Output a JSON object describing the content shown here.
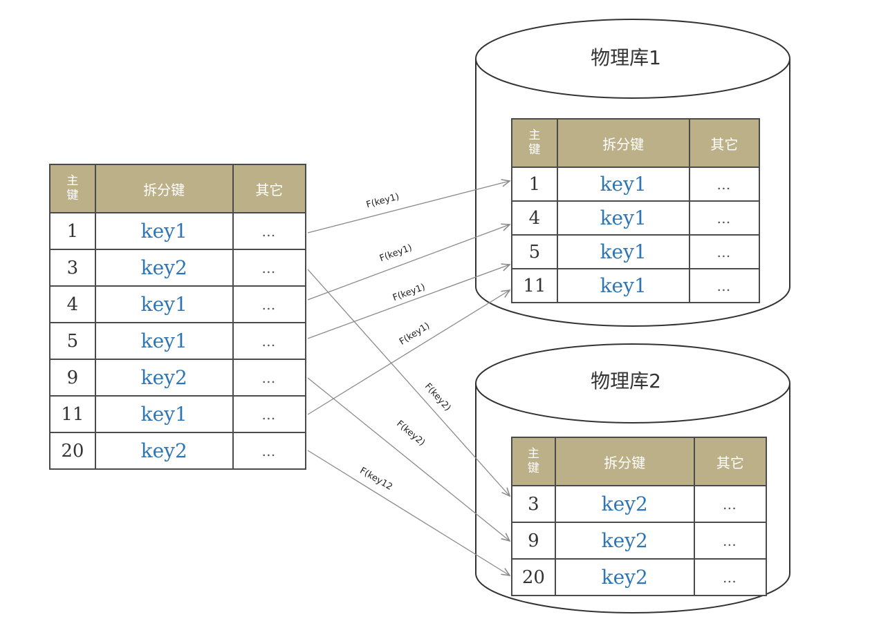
{
  "header": {
    "pk": "主键",
    "split_key": "拆分键",
    "other": "其它"
  },
  "source_table": {
    "rows": [
      {
        "id": "1",
        "key": "key1",
        "other": "…"
      },
      {
        "id": "3",
        "key": "key2",
        "other": "…"
      },
      {
        "id": "4",
        "key": "key1",
        "other": "…"
      },
      {
        "id": "5",
        "key": "key1",
        "other": "…"
      },
      {
        "id": "9",
        "key": "key2",
        "other": "…"
      },
      {
        "id": "11",
        "key": "key1",
        "other": "…"
      },
      {
        "id": "20",
        "key": "key2",
        "other": "…"
      }
    ]
  },
  "db1": {
    "title": "物理库1",
    "rows": [
      {
        "id": "1",
        "key": "key1",
        "other": "…"
      },
      {
        "id": "4",
        "key": "key1",
        "other": "…"
      },
      {
        "id": "5",
        "key": "key1",
        "other": "…"
      },
      {
        "id": "11",
        "key": "key1",
        "other": "…"
      }
    ]
  },
  "db2": {
    "title": "物理库2",
    "rows": [
      {
        "id": "3",
        "key": "key2",
        "other": "…"
      },
      {
        "id": "9",
        "key": "key2",
        "other": "…"
      },
      {
        "id": "20",
        "key": "key2",
        "other": "…"
      }
    ]
  },
  "arrows": [
    {
      "label": "F(key1)"
    },
    {
      "label": "F(key1)"
    },
    {
      "label": "F(key1)"
    },
    {
      "label": "F(key1)"
    },
    {
      "label": "F(key2)"
    },
    {
      "label": "F(key2)"
    },
    {
      "label": "F(key12"
    }
  ]
}
